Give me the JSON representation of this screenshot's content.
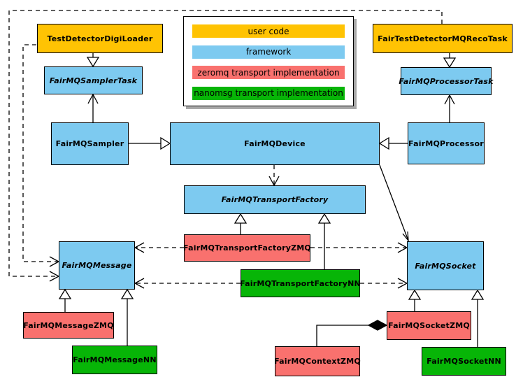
{
  "diagram": {
    "colors": {
      "user_code": "#FFC303",
      "framework": "#7DCAF0",
      "zeromq": "#F9716E",
      "nanomsg": "#07B507"
    },
    "legend": {
      "items": [
        {
          "label": "user code",
          "color": "#FFC303"
        },
        {
          "label": "framework",
          "color": "#7DCAF0"
        },
        {
          "label": "zeromq transport implementation",
          "color": "#F9716E"
        },
        {
          "label": "nanomsg transport implementation",
          "color": "#07B507"
        }
      ]
    },
    "nodes": {
      "testDetectorDigiLoader": {
        "label": "TestDetectorDigiLoader",
        "color": "#FFC303",
        "abstract": false
      },
      "fairTestDetectorMQRecoTask": {
        "label": "FairTestDetectorMQRecoTask",
        "color": "#FFC303",
        "abstract": false
      },
      "fairMQSamplerTask": {
        "label": "FairMQSamplerTask",
        "color": "#7DCAF0",
        "abstract": true
      },
      "fairMQProcessorTask": {
        "label": "FairMQProcessorTask",
        "color": "#7DCAF0",
        "abstract": true
      },
      "fairMQSampler": {
        "label": "FairMQSampler",
        "color": "#7DCAF0",
        "abstract": false
      },
      "fairMQDevice": {
        "label": "FairMQDevice",
        "color": "#7DCAF0",
        "abstract": false
      },
      "fairMQProcessor": {
        "label": "FairMQProcessor",
        "color": "#7DCAF0",
        "abstract": false
      },
      "fairMQTransportFactory": {
        "label": "FairMQTransportFactory",
        "color": "#7DCAF0",
        "abstract": true
      },
      "fairMQTransportFactoryZMQ": {
        "label": "FairMQTransportFactoryZMQ",
        "color": "#F9716E",
        "abstract": false
      },
      "fairMQTransportFactoryNN": {
        "label": "FairMQTransportFactoryNN",
        "color": "#07B507",
        "abstract": false
      },
      "fairMQMessage": {
        "label": "FairMQMessage",
        "color": "#7DCAF0",
        "abstract": true
      },
      "fairMQSocket": {
        "label": "FairMQSocket",
        "color": "#7DCAF0",
        "abstract": true
      },
      "fairMQMessageZMQ": {
        "label": "FairMQMessageZMQ",
        "color": "#F9716E",
        "abstract": false
      },
      "fairMQMessageNN": {
        "label": "FairMQMessageNN",
        "color": "#07B507",
        "abstract": false
      },
      "fairMQSocketZMQ": {
        "label": "FairMQSocketZMQ",
        "color": "#F9716E",
        "abstract": false
      },
      "fairMQSocketNN": {
        "label": "FairMQSocketNN",
        "color": "#07B507",
        "abstract": false
      },
      "fairMQContextZMQ": {
        "label": "FairMQContextZMQ",
        "color": "#F9716E",
        "abstract": false
      }
    },
    "edges": [
      {
        "from": "TestDetectorDigiLoader",
        "to": "FairMQSamplerTask",
        "type": "inheritance"
      },
      {
        "from": "FairTestDetectorMQRecoTask",
        "to": "FairMQProcessorTask",
        "type": "inheritance"
      },
      {
        "from": "FairMQSampler",
        "to": "FairMQDevice",
        "type": "inheritance"
      },
      {
        "from": "FairMQProcessor",
        "to": "FairMQDevice",
        "type": "inheritance"
      },
      {
        "from": "FairMQTransportFactoryZMQ",
        "to": "FairMQTransportFactory",
        "type": "inheritance"
      },
      {
        "from": "FairMQTransportFactoryNN",
        "to": "FairMQTransportFactory",
        "type": "inheritance"
      },
      {
        "from": "FairMQMessageZMQ",
        "to": "FairMQMessage",
        "type": "inheritance"
      },
      {
        "from": "FairMQMessageNN",
        "to": "FairMQMessage",
        "type": "inheritance"
      },
      {
        "from": "FairMQSocketZMQ",
        "to": "FairMQSocket",
        "type": "inheritance"
      },
      {
        "from": "FairMQSocketNN",
        "to": "FairMQSocket",
        "type": "inheritance"
      },
      {
        "from": "FairMQSampler",
        "to": "FairMQSamplerTask",
        "type": "association"
      },
      {
        "from": "FairMQProcessor",
        "to": "FairMQProcessorTask",
        "type": "association"
      },
      {
        "from": "FairMQDevice",
        "to": "FairMQSocket",
        "type": "association"
      },
      {
        "from": "FairMQDevice",
        "to": "FairMQTransportFactory",
        "type": "dependency"
      },
      {
        "from": "FairMQTransportFactoryZMQ",
        "to": "FairMQMessage",
        "type": "dependency"
      },
      {
        "from": "FairMQTransportFactoryZMQ",
        "to": "FairMQSocket",
        "type": "dependency"
      },
      {
        "from": "FairMQTransportFactoryNN",
        "to": "FairMQMessage",
        "type": "dependency"
      },
      {
        "from": "FairMQTransportFactoryNN",
        "to": "FairMQSocket",
        "type": "dependency"
      },
      {
        "from": "TestDetectorDigiLoader",
        "to": "FairMQMessage",
        "type": "dependency"
      },
      {
        "from": "FairTestDetectorMQRecoTask",
        "to": "FairMQMessage",
        "type": "dependency"
      },
      {
        "from": "FairMQContextZMQ",
        "to": "FairMQSocketZMQ",
        "type": "composition"
      }
    ]
  }
}
